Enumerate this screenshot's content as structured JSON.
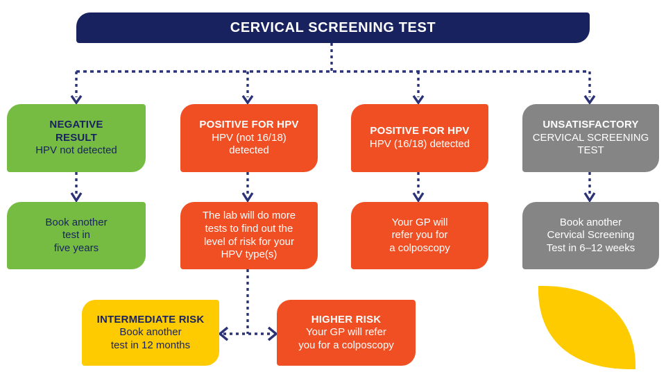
{
  "header": {
    "title": "CERVICAL SCREENING TEST"
  },
  "colors": {
    "navy": "#18225e",
    "green": "#76bc43",
    "orange": "#f04e23",
    "grey": "#858585",
    "yellow": "#fecb00",
    "white": "#ffffff",
    "connector": "#2b3275"
  },
  "columns": [
    {
      "id": "negative",
      "result": {
        "title_lines": [
          "NEGATIVE",
          "RESULT"
        ],
        "body_lines": [
          "HPV not detected"
        ],
        "color": "green"
      },
      "action": {
        "body_lines": [
          "Book another",
          "test in",
          "five years"
        ],
        "color": "green"
      }
    },
    {
      "id": "positive-not-1618",
      "result": {
        "title_lines": [
          "POSITIVE FOR HPV"
        ],
        "body_lines": [
          "HPV (not 16/18)",
          "detected"
        ],
        "color": "orange"
      },
      "action": {
        "body_lines": [
          "The lab will do more",
          "tests to find out the",
          "level of risk for your",
          "HPV type(s)"
        ],
        "color": "orange"
      }
    },
    {
      "id": "positive-1618",
      "result": {
        "title_lines": [
          "POSITIVE FOR HPV"
        ],
        "body_lines": [
          "HPV (16/18) detected"
        ],
        "color": "orange"
      },
      "action": {
        "body_lines": [
          "Your GP will",
          "refer you for",
          "a colposcopy"
        ],
        "color": "orange"
      }
    },
    {
      "id": "unsatisfactory",
      "result": {
        "title_lines": [
          "UNSATISFACTORY"
        ],
        "body_lines": [
          "CERVICAL SCREENING",
          "TEST"
        ],
        "color": "grey"
      },
      "action": {
        "body_lines": [
          "Book another",
          "Cervical Screening",
          "Test in 6–12 weeks"
        ],
        "color": "grey"
      }
    }
  ],
  "risk_outcomes": [
    {
      "id": "intermediate-risk",
      "title_lines": [
        "INTERMEDIATE RISK"
      ],
      "body_lines": [
        "Book another",
        "test in 12 months"
      ],
      "color": "yellow"
    },
    {
      "id": "higher-risk",
      "title_lines": [
        "HIGHER RISK"
      ],
      "body_lines": [
        "Your GP will refer",
        "you for a colposcopy"
      ],
      "color": "orange"
    }
  ],
  "decoration": {
    "leaf_shape": "leaf-shape",
    "leaf_color": "#fecb00"
  }
}
